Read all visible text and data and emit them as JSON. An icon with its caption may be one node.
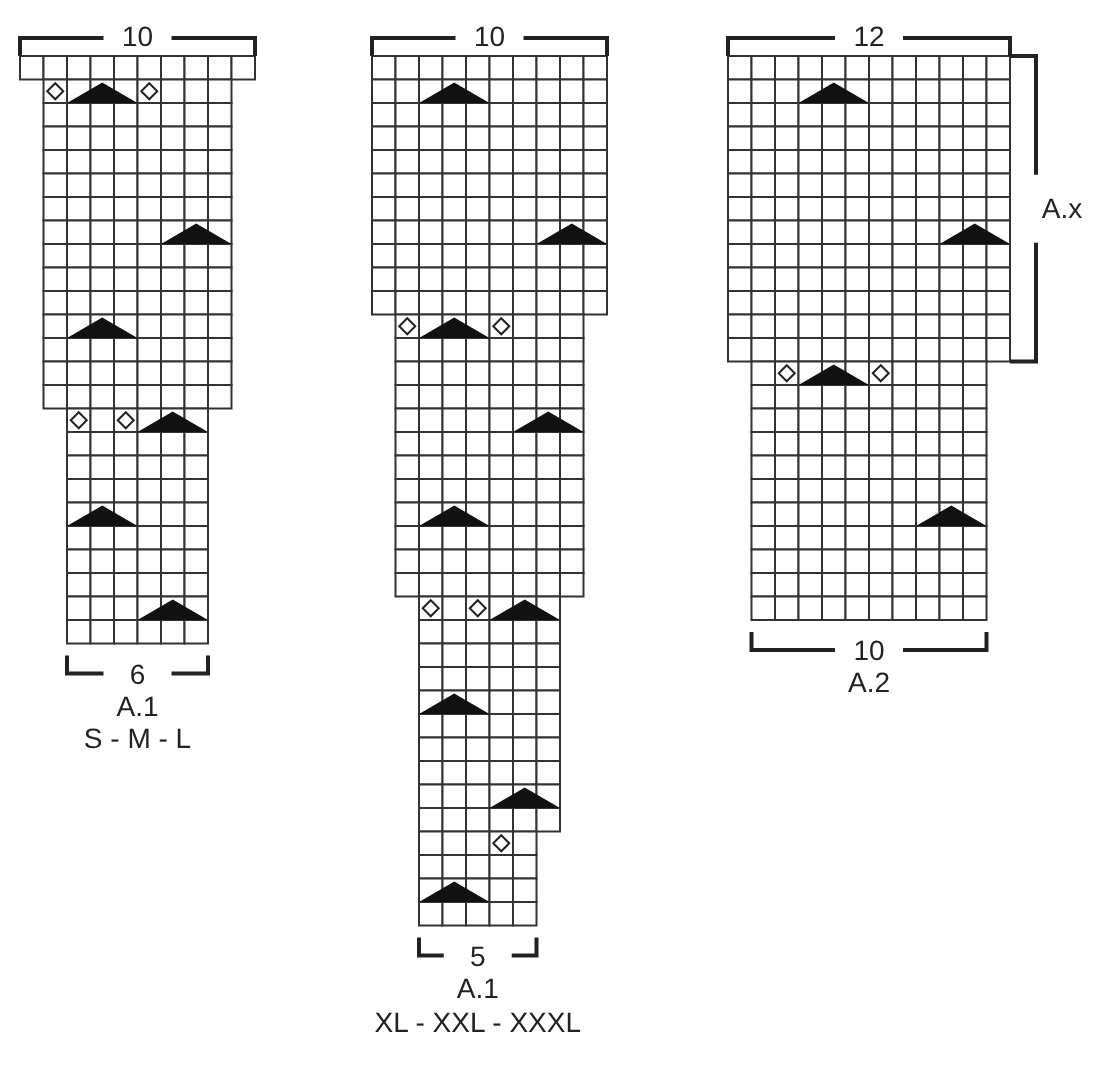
{
  "diagram": {
    "labels": [
      "10",
      "10",
      "12",
      "A.x",
      "6",
      "A.1",
      "S - M - L",
      "10",
      "A.2",
      "5",
      "A.1",
      "XL - XXL - XXXL"
    ]
  }
}
